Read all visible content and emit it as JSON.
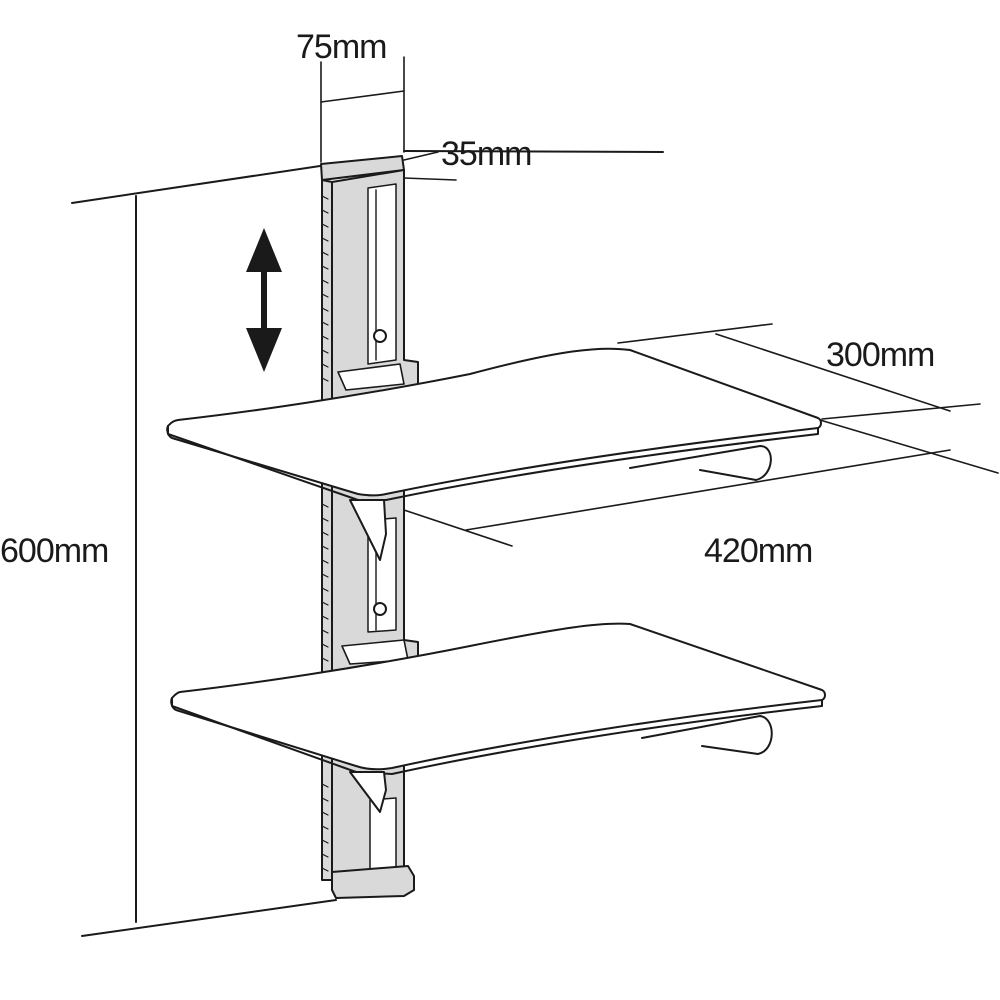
{
  "dimensions": {
    "column_width": "75mm",
    "column_depth": "35mm",
    "shelf_depth": "300mm",
    "shelf_width": "420mm",
    "total_height": "600mm"
  },
  "icons": {
    "adjust_arrow": "up-down-double-arrow-icon"
  },
  "colors": {
    "line": "#1a1a1a",
    "column": "#d9d9d9",
    "background": "#ffffff"
  }
}
